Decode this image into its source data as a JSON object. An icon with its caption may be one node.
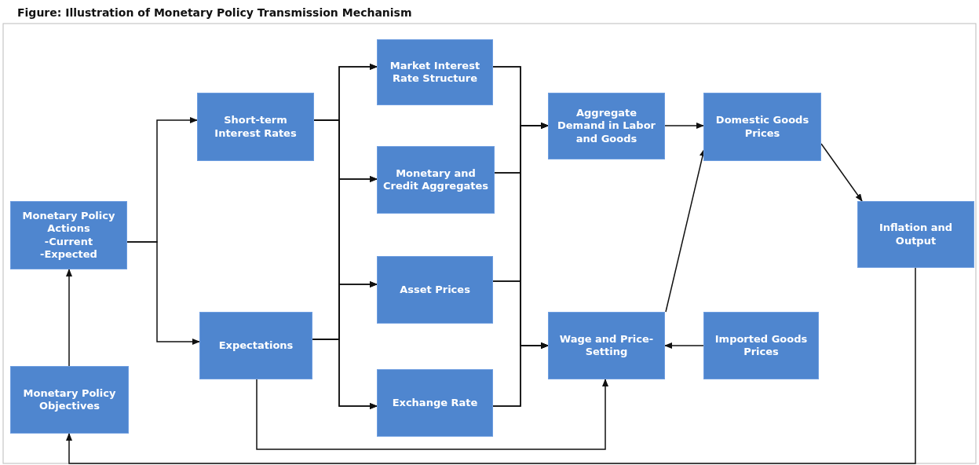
{
  "diagram": {
    "title": "Figure: Illustration of Monetary Policy Transmission Mechanism",
    "nodes": [
      {
        "text": [
          "Monetary Policy Actions",
          "-Current",
          "-Expected"
        ]
      },
      {
        "text": [
          "Monetary Policy Objectives"
        ]
      },
      {
        "text": [
          "Short-term Interest Rates"
        ]
      },
      {
        "text": [
          "Expectations"
        ]
      },
      {
        "text": [
          "Market Interest Rate Structure"
        ]
      },
      {
        "text": [
          "Monetary and Credit Aggregates"
        ]
      },
      {
        "text": [
          "Asset Prices"
        ]
      },
      {
        "text": [
          "Exchange Rate"
        ]
      },
      {
        "text": [
          "Aggregate Demand in Labor and Goods"
        ]
      },
      {
        "text": [
          "Wage and Price-Setting"
        ]
      },
      {
        "text": [
          "Domestic Goods Prices"
        ]
      },
      {
        "text": [
          "Imported Goods Prices"
        ]
      },
      {
        "text": [
          "Inflation and Output"
        ]
      }
    ],
    "edges": [
      {
        "from": 1,
        "to": 0,
        "arrow": "to"
      },
      {
        "from": 0,
        "to": 2,
        "arrow": "to"
      },
      {
        "from": 0,
        "to": 3,
        "arrow": "to"
      },
      {
        "from": 2,
        "to": 4,
        "arrow": "to"
      },
      {
        "from": 2,
        "to": 5,
        "arrow": "to"
      },
      {
        "from": 2,
        "to": 6,
        "arrow": "to"
      },
      {
        "from": 2,
        "to": 7,
        "arrow": "to"
      },
      {
        "from": 3,
        "to": 4,
        "arrow": "to"
      },
      {
        "from": 3,
        "to": 5,
        "arrow": "to"
      },
      {
        "from": 3,
        "to": 6,
        "arrow": "to"
      },
      {
        "from": 3,
        "to": 7,
        "arrow": "to"
      },
      {
        "from": 4,
        "to": 8,
        "arrow": "to"
      },
      {
        "from": 5,
        "to": 8,
        "arrow": "to"
      },
      {
        "from": 6,
        "to": 8,
        "arrow": "to"
      },
      {
        "from": 7,
        "to": 8,
        "arrow": "to"
      },
      {
        "from": 4,
        "to": 9,
        "arrow": "to"
      },
      {
        "from": 5,
        "to": 9,
        "arrow": "to"
      },
      {
        "from": 6,
        "to": 9,
        "arrow": "to"
      },
      {
        "from": 7,
        "to": 9,
        "arrow": "to"
      },
      {
        "from": 3,
        "to": 9,
        "arrow": "to"
      },
      {
        "from": 8,
        "to": 10,
        "arrow": "to"
      },
      {
        "from": 9,
        "to": 10,
        "arrow": "to"
      },
      {
        "from": 11,
        "to": 9,
        "arrow": "to"
      },
      {
        "from": 10,
        "to": 12,
        "arrow": "to"
      },
      {
        "from": 12,
        "to": 1,
        "arrow": "to"
      }
    ]
  }
}
